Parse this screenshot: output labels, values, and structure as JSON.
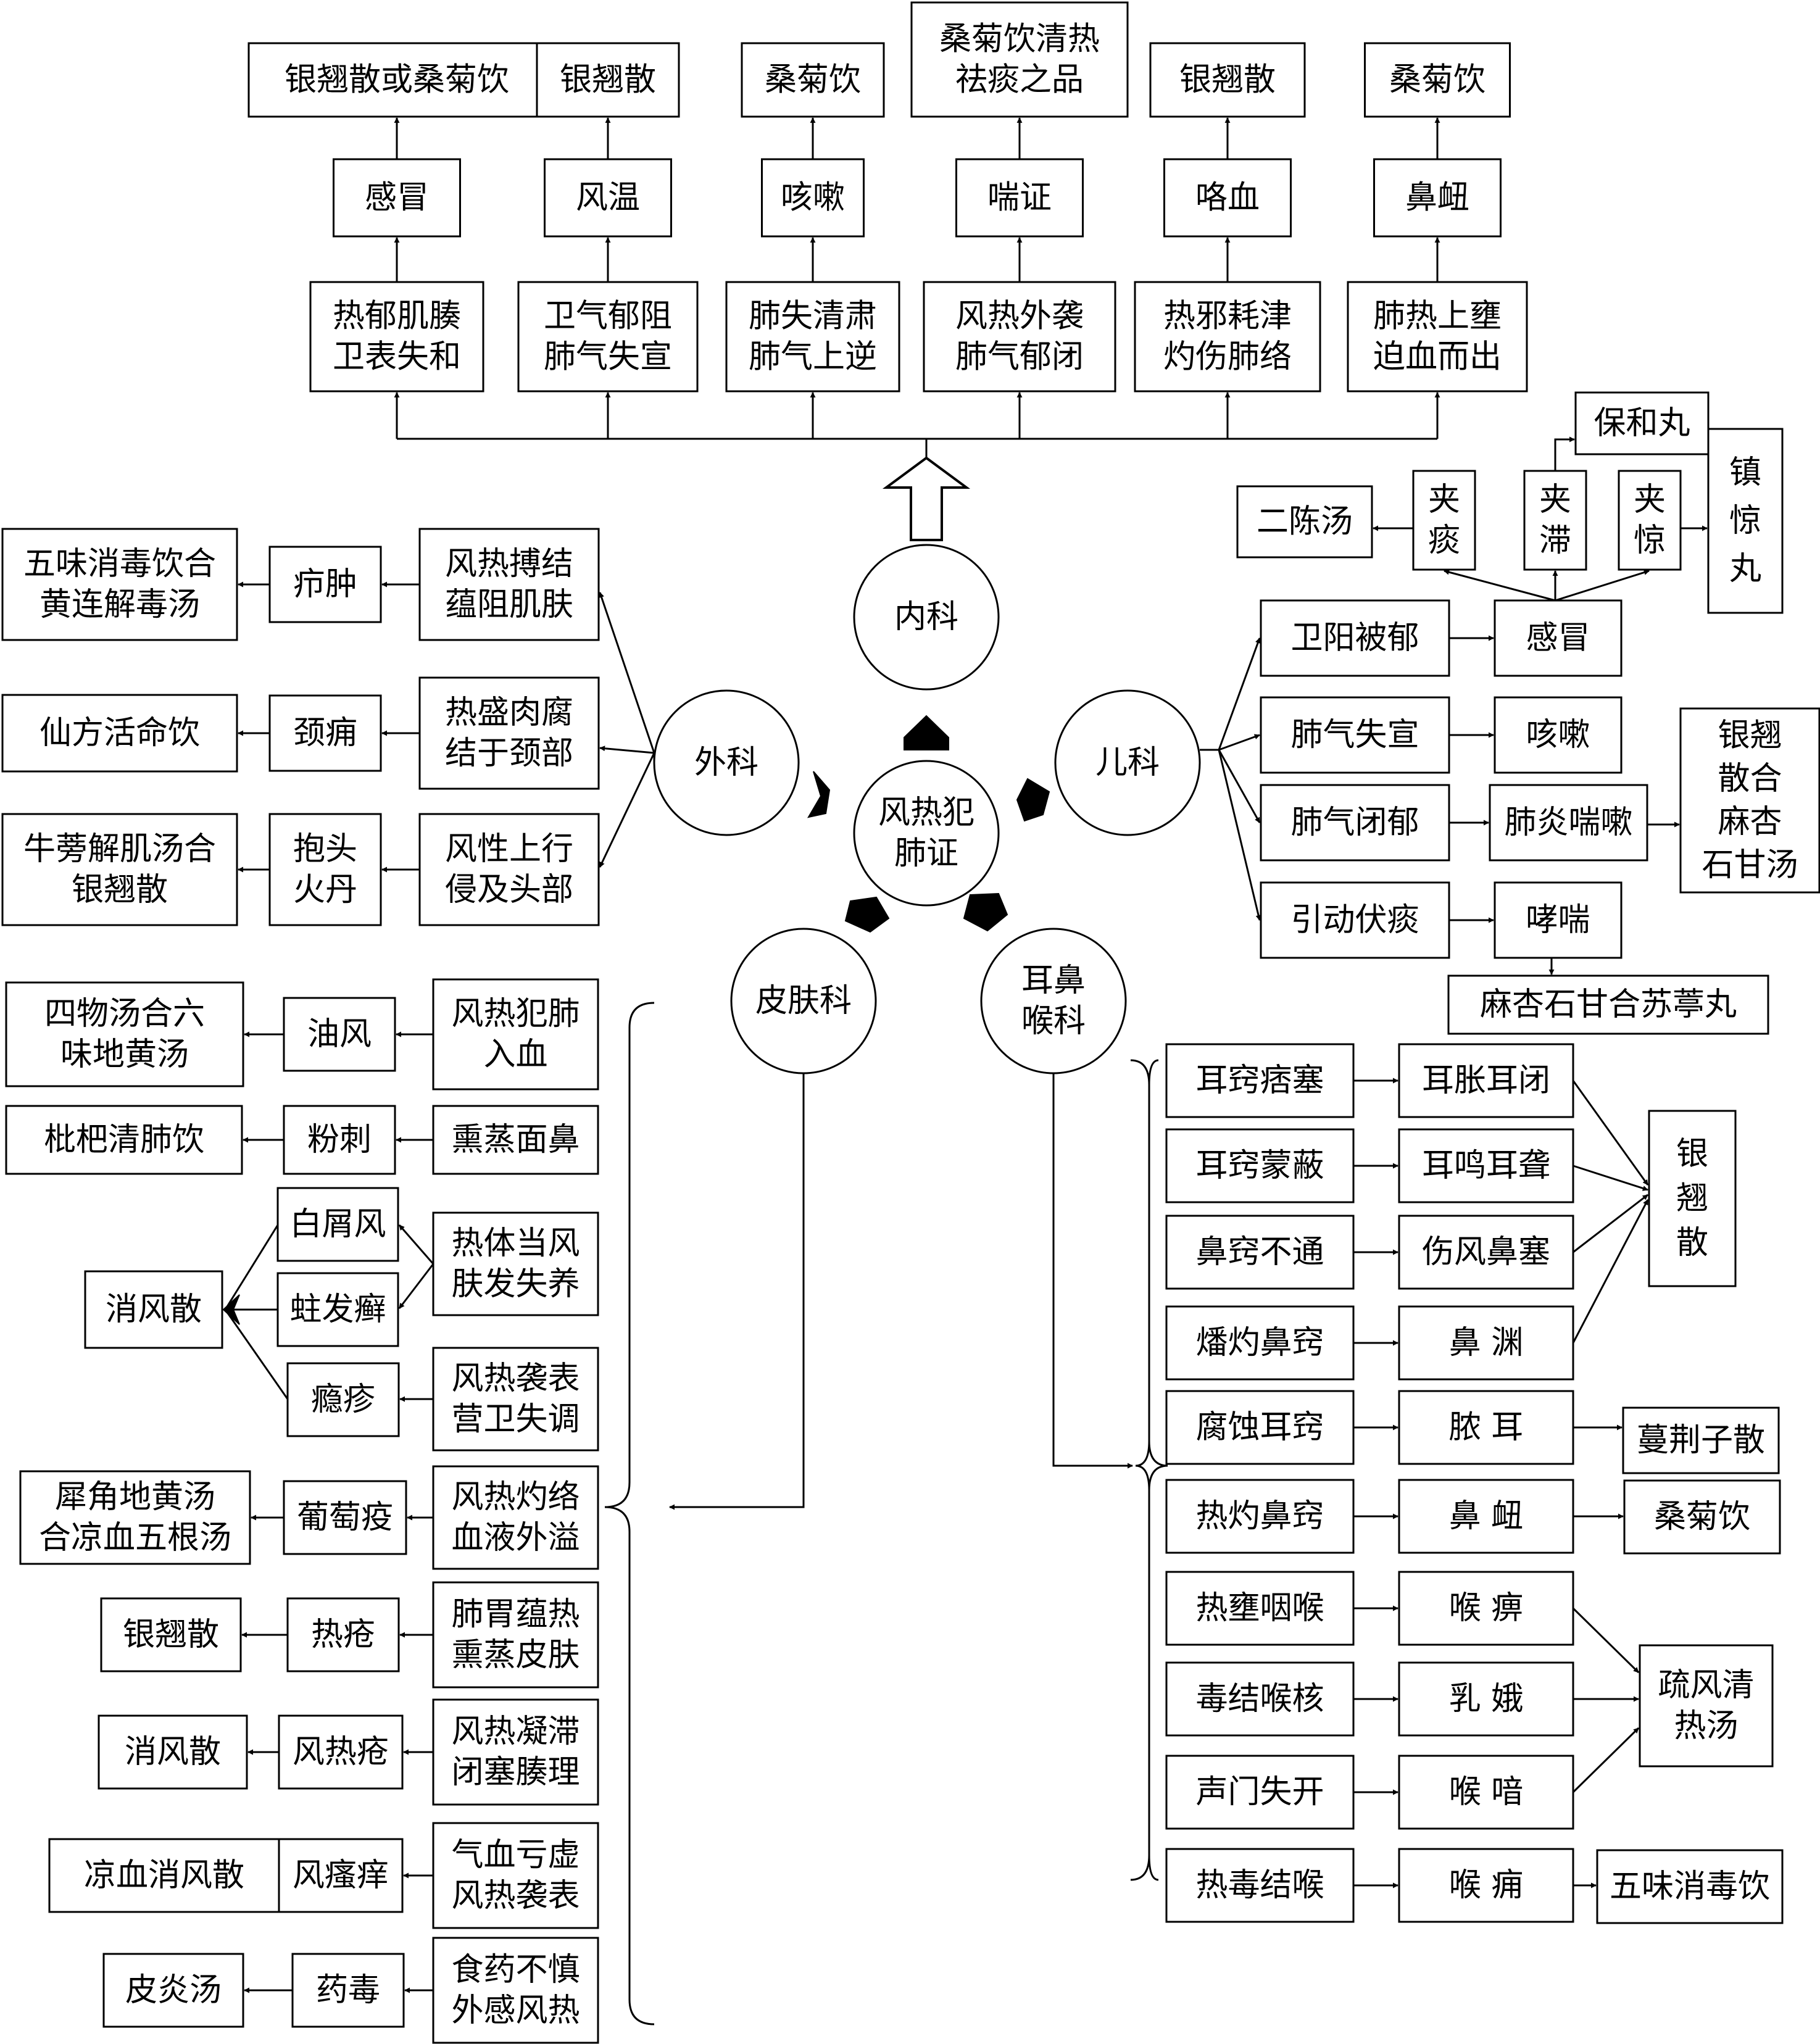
{
  "center": {
    "line1": "风热犯",
    "line2": "肺证"
  },
  "departments": {
    "neike": "内科",
    "waike": "外科",
    "erke": "儿科",
    "pifuke": "皮肤科",
    "erbihouke": {
      "line1": "耳鼻",
      "line2": "喉科"
    }
  },
  "neike": {
    "items": [
      {
        "path": [
          "热郁肌腠",
          "卫表失和"
        ],
        "disease": "感冒",
        "formula": [
          "银翘散或桑菊饮"
        ]
      },
      {
        "path": [
          "卫气郁阻",
          "肺气失宣"
        ],
        "disease": "风温",
        "formula": [
          "银翘散"
        ]
      },
      {
        "path": [
          "肺失清肃",
          "肺气上逆"
        ],
        "disease": "咳嗽",
        "formula": [
          "桑菊饮"
        ]
      },
      {
        "path": [
          "风热外袭",
          "肺气郁闭"
        ],
        "disease": "喘证",
        "formula": [
          "桑菊饮清热",
          "祛痰之品"
        ]
      },
      {
        "path": [
          "热邪耗津",
          "灼伤肺络"
        ],
        "disease": "咯血",
        "formula": [
          "银翘散"
        ]
      },
      {
        "path": [
          "肺热上壅",
          "迫血而出"
        ],
        "disease": "鼻衄",
        "formula": [
          "桑菊饮"
        ]
      }
    ]
  },
  "waike": {
    "items": [
      {
        "path": [
          "风热搏结",
          "蕴阻肌肤"
        ],
        "disease": [
          "疖肿"
        ],
        "formula": [
          "五味消毒饮合",
          "黄连解毒汤"
        ]
      },
      {
        "path": [
          "热盛肉腐",
          "结于颈部"
        ],
        "disease": [
          "颈痈"
        ],
        "formula": [
          "仙方活命饮"
        ]
      },
      {
        "path": [
          "风性上行",
          "侵及头部"
        ],
        "disease": [
          "抱头",
          "火丹"
        ],
        "formula": [
          "牛蒡解肌汤合",
          "银翘散"
        ]
      }
    ]
  },
  "erke": {
    "items": [
      {
        "path": "卫阳被郁",
        "disease": "感冒"
      },
      {
        "path": "肺气失宣",
        "disease": "咳嗽"
      },
      {
        "path": "肺气闭郁",
        "disease": "肺炎喘嗽"
      },
      {
        "path": "引动伏痰",
        "disease": "哮喘"
      }
    ],
    "jia": [
      {
        "text": [
          "夹",
          "痰"
        ],
        "formula": "二陈汤"
      },
      {
        "text": [
          "夹",
          "滞"
        ],
        "formula": "保和丸"
      },
      {
        "text": [
          "夹",
          "惊"
        ],
        "formula": [
          "镇",
          "惊",
          "丸"
        ]
      }
    ],
    "pneumonia_formula": [
      "银翘",
      "散合",
      "麻杏",
      "石甘汤"
    ],
    "asthma_formula": "麻杏石甘合苏葶丸"
  },
  "pifuke": {
    "items": [
      {
        "path": [
          "风热犯肺",
          "入血"
        ],
        "disease": "油风",
        "formula": [
          "四物汤合六",
          "味地黄汤"
        ]
      },
      {
        "path": [
          "熏蒸面鼻"
        ],
        "disease": "粉刺",
        "formula": [
          "枇杷清肺饮"
        ]
      },
      {
        "path": [
          "热体当风",
          "肤发失养"
        ],
        "disease": "白屑风"
      },
      {
        "path": [
          "风热袭表",
          "营卫失调"
        ],
        "disease": "瘾疹"
      },
      {
        "path": [
          "风热灼络",
          "血液外溢"
        ],
        "disease": "葡萄疫",
        "formula": [
          "犀角地黄汤",
          "合凉血五根汤"
        ]
      },
      {
        "path": [
          "肺胃蕴热",
          "熏蒸皮肤"
        ],
        "disease": "热疮",
        "formula": [
          "银翘散"
        ]
      },
      {
        "path": [
          "风热凝滞",
          "闭塞腠理"
        ],
        "disease": "风热疮",
        "formula": [
          "消风散"
        ]
      },
      {
        "path": [
          "气血亏虚",
          "风热袭表"
        ],
        "disease": "风瘙痒",
        "formula": [
          "凉血消风散"
        ]
      },
      {
        "path": [
          "食药不慎",
          "外感风热"
        ],
        "disease": "药毒",
        "formula": [
          "皮炎汤"
        ]
      }
    ],
    "fa_xuan": "蛀发癣",
    "xiaofengsan": "消风散"
  },
  "erbihouke": {
    "items": [
      {
        "path": "耳窍痞塞",
        "disease": "耳胀耳闭"
      },
      {
        "path": "耳窍蒙蔽",
        "disease": "耳鸣耳聋"
      },
      {
        "path": "鼻窍不通",
        "disease": "伤风鼻塞"
      },
      {
        "path": "燔灼鼻窍",
        "disease": "鼻 渊"
      },
      {
        "path": "腐蚀耳窍",
        "disease": "脓 耳",
        "formula": "蔓荆子散"
      },
      {
        "path": "热灼鼻窍",
        "disease": "鼻 衄",
        "formula": "桑菊饮"
      },
      {
        "path": "热壅咽喉",
        "disease": "喉 痹"
      },
      {
        "path": "毒结喉核",
        "disease": "乳 娥"
      },
      {
        "path": "声门失开",
        "disease": "喉 喑"
      },
      {
        "path": "热毒结喉",
        "disease": "喉 痈",
        "formula": "五味消毒饮"
      }
    ],
    "yinqiao": [
      "银",
      "翘",
      "散"
    ],
    "shufeng": [
      "疏风清",
      "热汤"
    ]
  }
}
